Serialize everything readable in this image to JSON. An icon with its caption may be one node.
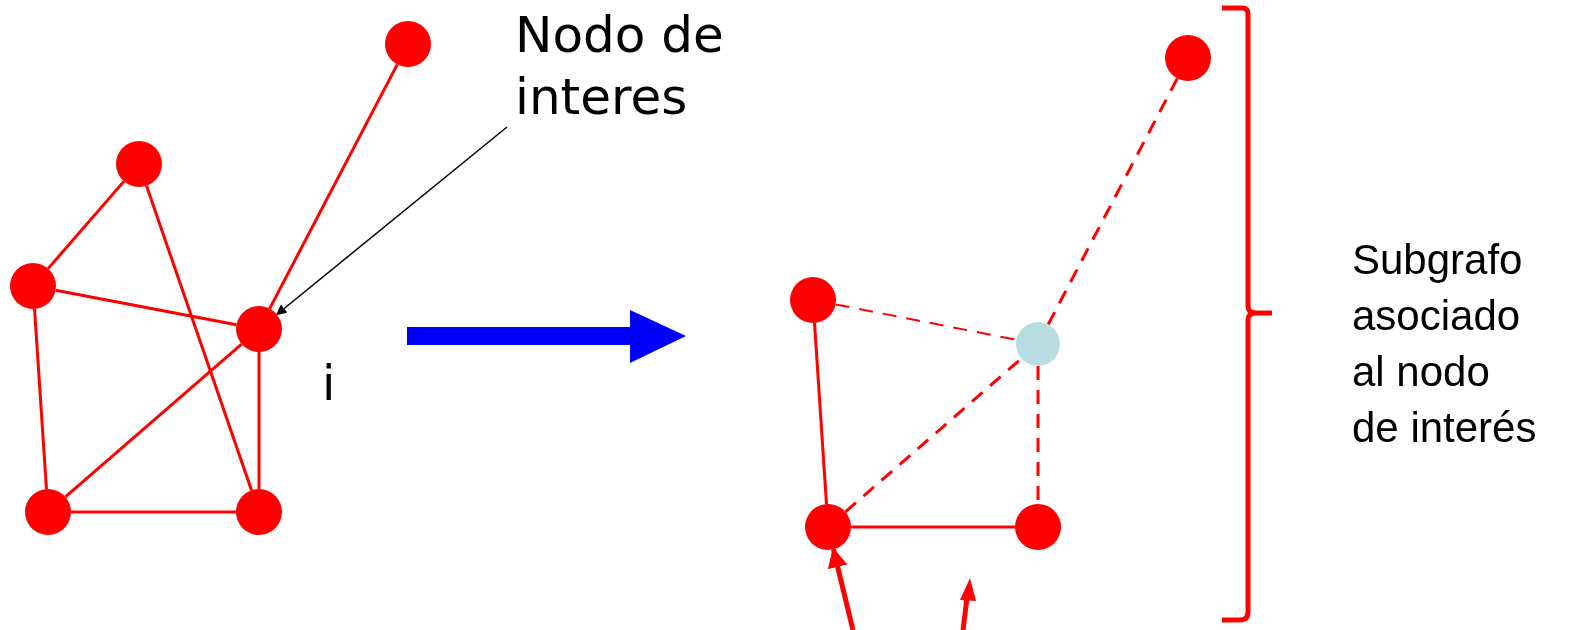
{
  "diagram": {
    "nodes": [
      {
        "text": [],
        "shape": "circle"
      },
      {
        "text": [],
        "shape": "circle"
      },
      {
        "text": [],
        "shape": "circle"
      },
      {
        "text": [],
        "shape": "circle",
        "beside": [
          "i"
        ]
      },
      {
        "text": [],
        "shape": "circle"
      },
      {
        "text": [],
        "shape": "circle"
      },
      {
        "text": [
          "Nodo de interes"
        ]
      },
      {
        "text": [],
        "shape": "circle"
      },
      {
        "text": [],
        "shape": "circle"
      },
      {
        "text": [],
        "shape": "circle"
      },
      {
        "text": [],
        "shape": "circle"
      },
      {
        "text": [],
        "shape": "circle"
      }
    ],
    "edges": [
      {
        "from": 0,
        "to": 3,
        "arrow": "none"
      },
      {
        "from": 1,
        "to": 2,
        "arrow": "none"
      },
      {
        "from": 1,
        "to": 5,
        "arrow": "none"
      },
      {
        "from": 2,
        "to": 3,
        "arrow": "none"
      },
      {
        "from": 2,
        "to": 4,
        "arrow": "none"
      },
      {
        "from": 3,
        "to": 4,
        "arrow": "none"
      },
      {
        "from": 3,
        "to": 5,
        "arrow": "none"
      },
      {
        "from": 4,
        "to": 5,
        "arrow": "none"
      },
      {
        "from": 6,
        "to": 3,
        "arrow": "to",
        "color": "#000000"
      },
      {
        "from": 7,
        "to": 9,
        "arrow": "none",
        "style": "dashed"
      },
      {
        "from": 8,
        "to": 9,
        "arrow": "none",
        "style": "dashed"
      },
      {
        "from": 8,
        "to": 10,
        "arrow": "none"
      },
      {
        "from": 10,
        "to": 9,
        "arrow": "none",
        "style": "dashed"
      },
      {
        "from": 9,
        "to": 11,
        "arrow": "none",
        "style": "dashed"
      },
      {
        "from": 10,
        "to": 11,
        "arrow": "none"
      },
      {
        "from": null,
        "to": 10,
        "arrow": "to"
      }
    ],
    "labels": [
      "Subgrafo asociado al nodo de interés"
    ]
  }
}
